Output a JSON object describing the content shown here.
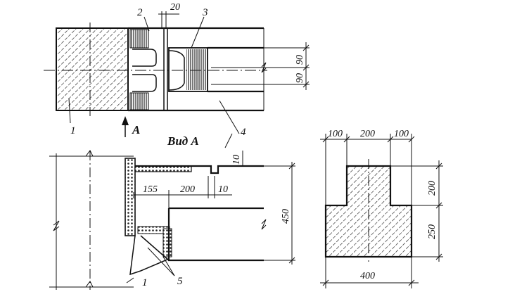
{
  "labels": {
    "n1_top": "1",
    "n2": "2",
    "n3": "3",
    "n4": "4",
    "n1_bottom": "1",
    "n5": "5",
    "arrow_A": "A",
    "view_title": "Вид А"
  },
  "dimensions": {
    "top_20": "20",
    "top_90a": "90",
    "top_90b": "90",
    "mid_10": "10",
    "mid_155": "155",
    "mid_200": "200",
    "mid_10b": "10",
    "mid_450": "450",
    "sec_100a": "100",
    "sec_200": "200",
    "sec_100b": "100",
    "sec_200v": "200",
    "sec_250v": "250",
    "sec_400": "400"
  },
  "colors": {
    "ink": "#111111",
    "paper": "#ffffff"
  }
}
